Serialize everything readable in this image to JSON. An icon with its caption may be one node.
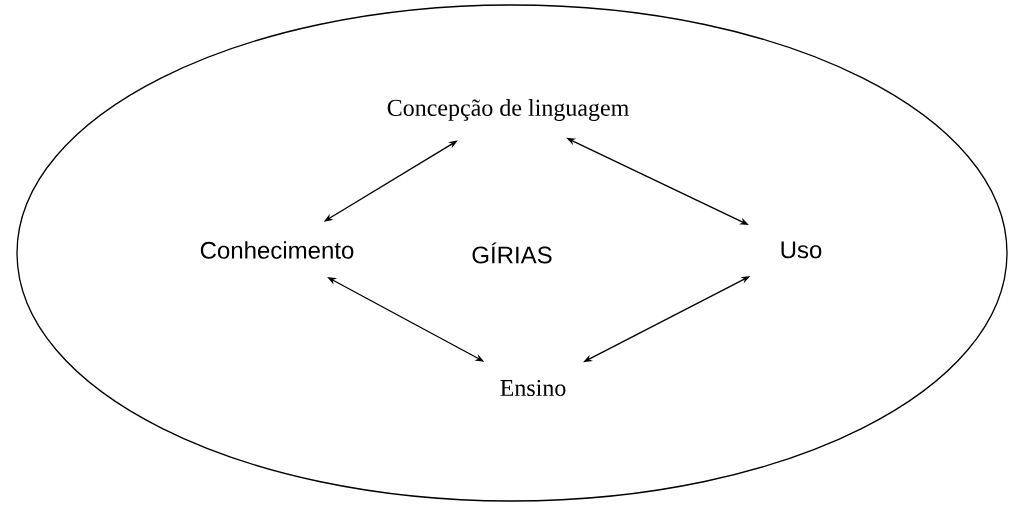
{
  "diagram": {
    "nodes": [
      {
        "text": [
          "GÍRIAS"
        ]
      },
      {
        "text": [
          "Concepção de linguagem"
        ],
        "in": 0
      },
      {
        "text": [
          "Conhecimento"
        ],
        "in": 0
      },
      {
        "text": [
          "Uso"
        ],
        "in": 0
      },
      {
        "text": [
          "Ensino"
        ],
        "in": 0
      }
    ],
    "edges": [
      {
        "from": 1,
        "to": 2,
        "arrow": "both"
      },
      {
        "from": 1,
        "to": 3,
        "arrow": "both"
      },
      {
        "from": 2,
        "to": 4,
        "arrow": "both"
      },
      {
        "from": 4,
        "to": 3,
        "arrow": "both"
      }
    ]
  }
}
